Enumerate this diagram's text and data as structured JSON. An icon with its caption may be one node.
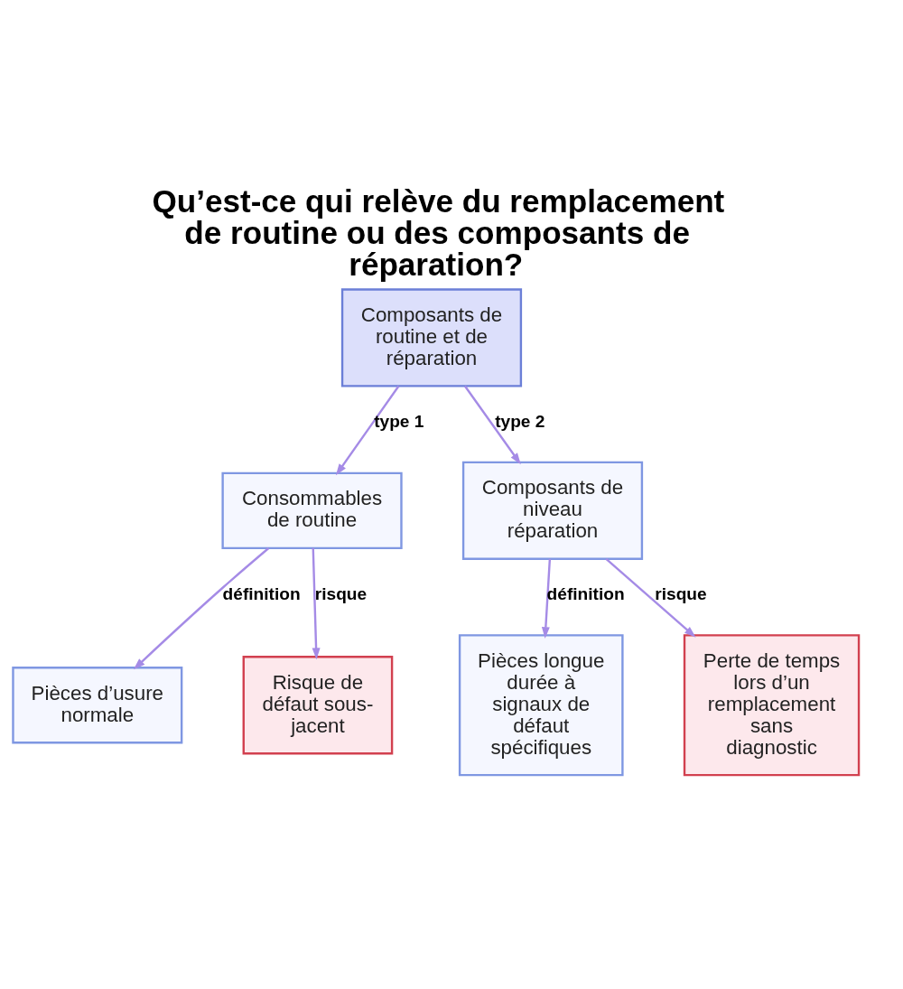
{
  "diagram": {
    "title": "Qu’est-ce qui relève du remplacement de routine ou des composants de réparation?",
    "nodes": [
      {
        "text": [
          "Composants de routine et de réparation"
        ]
      },
      {
        "text": [
          "Consommables de routine"
        ]
      },
      {
        "text": [
          "Composants de niveau réparation"
        ]
      },
      {
        "text": [
          "Pièces d’usure normale"
        ]
      },
      {
        "text": [
          "Risque de défaut sous-jacent"
        ]
      },
      {
        "text": [
          "Pièces longue durée à signaux de défaut spécifiques"
        ]
      },
      {
        "text": [
          "Perte de temps lors d’un remplacement sans diagnostic"
        ]
      }
    ],
    "edges": [
      {
        "from": 0,
        "to": 1,
        "arrow": "to",
        "label": "type 1"
      },
      {
        "from": 0,
        "to": 2,
        "arrow": "to",
        "label": "type 2"
      },
      {
        "from": 1,
        "to": 3,
        "arrow": "to",
        "label": "définition"
      },
      {
        "from": 1,
        "to": 4,
        "arrow": "to",
        "label": "risque"
      },
      {
        "from": 2,
        "to": 5,
        "arrow": "to",
        "label": "définition"
      },
      {
        "from": 2,
        "to": 6,
        "arrow": "to",
        "label": "risque"
      }
    ]
  }
}
